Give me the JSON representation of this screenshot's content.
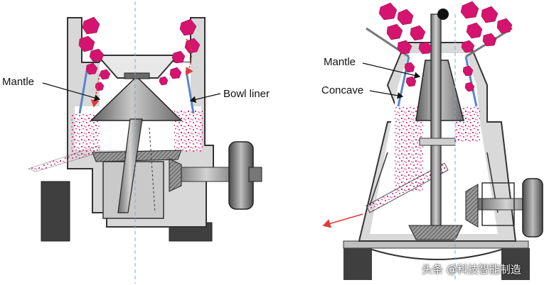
{
  "left_diagram": {
    "labels": {
      "mantle": "Mantle",
      "bowl_liner": "Bowl liner"
    }
  },
  "right_diagram": {
    "labels": {
      "mantle": "Mantle",
      "concave": "Concave"
    }
  },
  "watermark": "头条 @科技智能制造",
  "colors": {
    "ore": "#d4146e",
    "casing": "#d4d4d4",
    "steel": "#8d8d8d",
    "dark": "#3a3a3a",
    "liner": "#5a86c8",
    "arrow": "#e23a3a"
  }
}
